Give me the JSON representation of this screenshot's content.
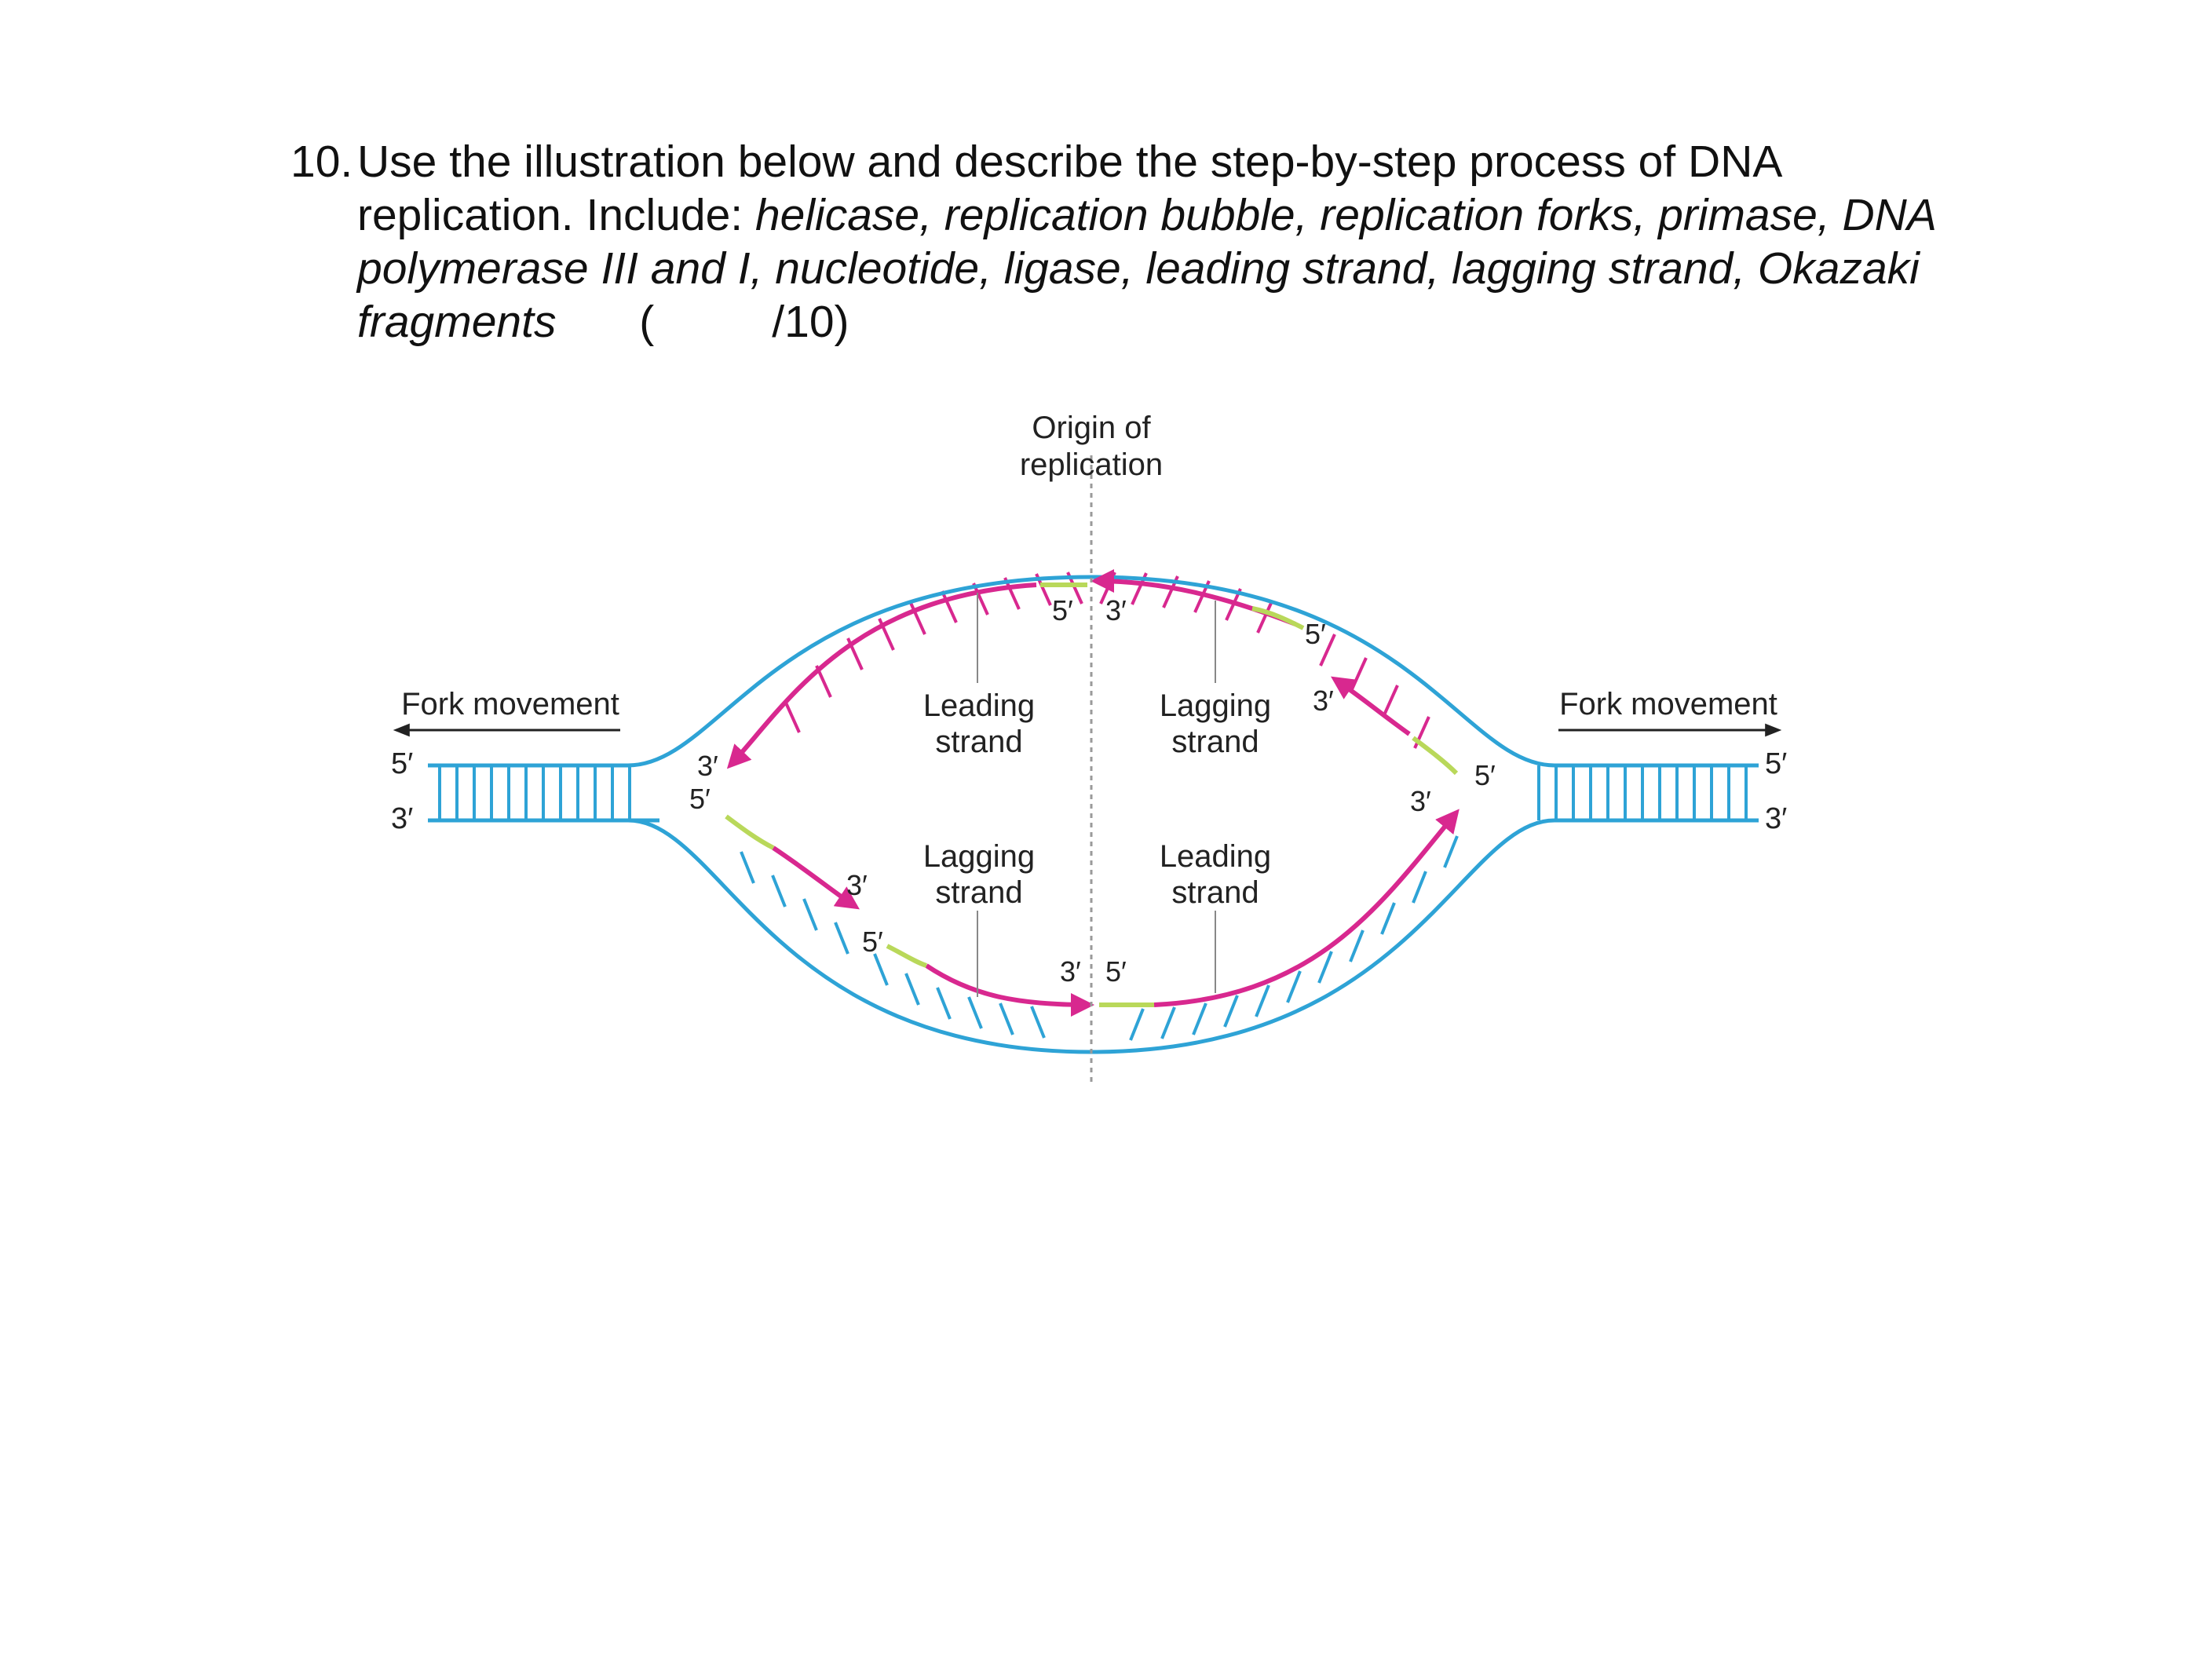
{
  "question": {
    "number": "10.",
    "intro": "Use the illustration below and describe the step-by-step process of DNA replication. Include:",
    "terms": "helicase, replication bubble, replication forks, primase, DNA polymerase III and I, nucleotide, ligase, leading strand, lagging strand, Okazaki fragments",
    "score_open": "(",
    "score_total": "/10)"
  },
  "diagram": {
    "origin_line1": "Origin of",
    "origin_line2": "replication",
    "fork_left": "Fork movement",
    "fork_right": "Fork movement",
    "label_upper_left": [
      "Leading",
      "strand"
    ],
    "label_upper_right": [
      "Lagging",
      "strand"
    ],
    "label_lower_left": [
      "Lagging",
      "strand"
    ],
    "label_lower_right": [
      "Leading",
      "strand"
    ],
    "end_labels": {
      "left_top_5": "5′",
      "left_bot_3": "3′",
      "right_top_5": "5′",
      "right_bot_3": "3′",
      "lf_top_3": "3′",
      "lf_bot_5": "5′",
      "top_mid_5": "5′",
      "top_mid_3": "3′",
      "top_right_5": "5′",
      "top_right_3": "3′",
      "rf_3": "3′",
      "rf_5": "5′",
      "bot_left_3": "3′",
      "bot_left_5": "5′",
      "bot_mid_3": "3′",
      "bot_mid_5": "5′"
    },
    "colors": {
      "parent_strand": "#2ea3d6",
      "new_strand": "#d8288f",
      "primer": "#b9d85a",
      "origin_line": "#9a9a9a"
    }
  }
}
